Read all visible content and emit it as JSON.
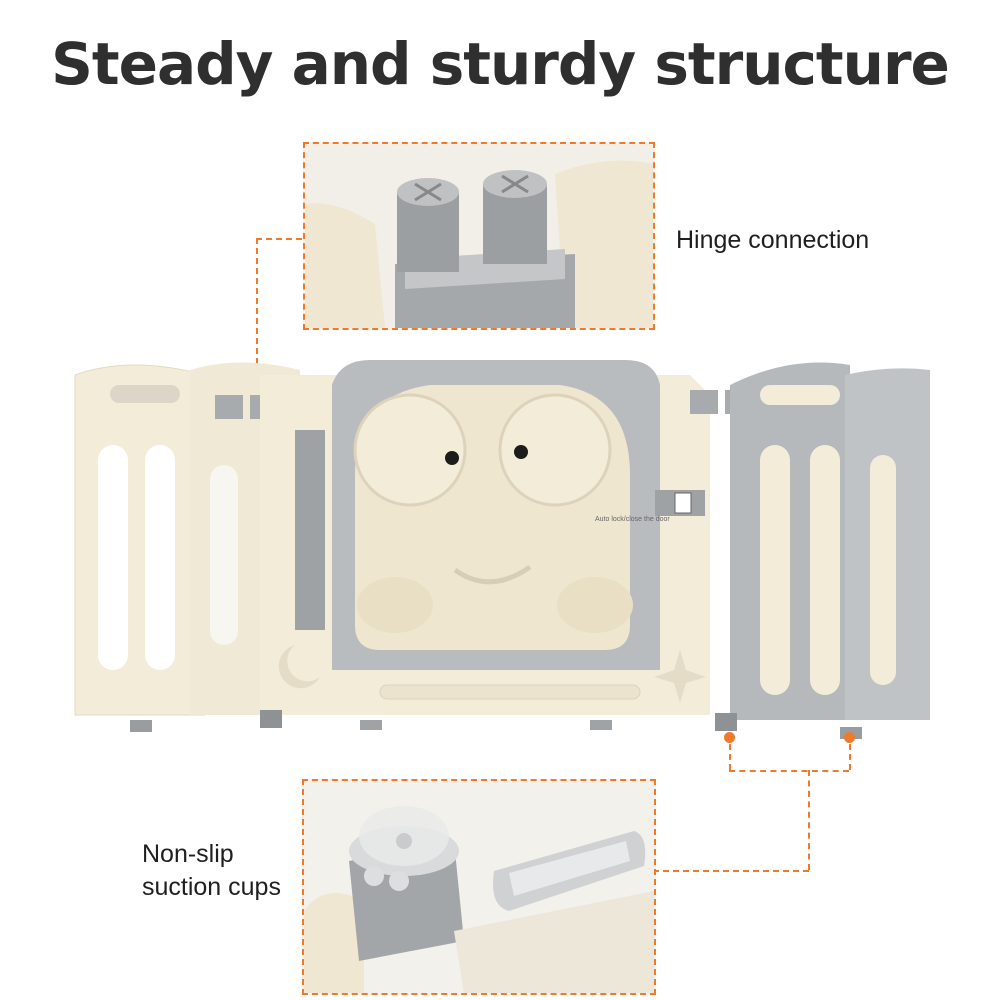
{
  "heading": {
    "title": "Steady and sturdy structure"
  },
  "callouts": {
    "hinge": {
      "label": "Hinge connection"
    },
    "suction": {
      "line1": "Non-slip",
      "line2": "suction cups"
    }
  },
  "product": {
    "gate_sticker_text": "Auto lock/close the door"
  },
  "colors": {
    "accent": "#f07a2a",
    "cream": "#f3ecd9",
    "grey": "#b9bcbf",
    "dark_text": "#2f2f2f"
  },
  "icons": [
    "moon-icon",
    "star-icon",
    "lock-icon"
  ]
}
